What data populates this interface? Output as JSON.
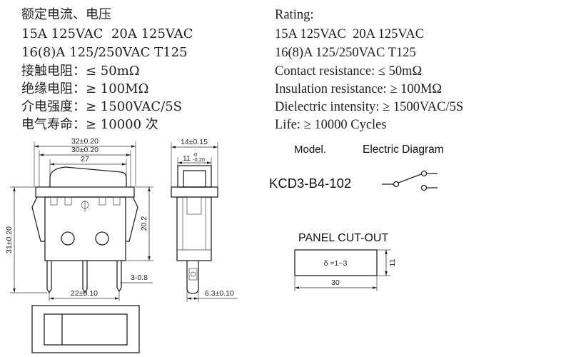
{
  "specs_cn": {
    "title": "额定电流、电压",
    "rating_1": "15A 125VAC  20A 125VAC",
    "rating_2": "16(8)A 125/250VAC T125",
    "contact_resistance": "接触电阻：≤ 50mΩ",
    "insulation_resistance": "绝缘电阻：≥ 100MΩ",
    "dielectric_strength": "介电强度：≥ 1500VAC/5S",
    "life": "电气寿命：≥ 10000 次"
  },
  "specs_en": {
    "title": "Rating:",
    "rating_1": "15A 125VAC  20A 125VAC",
    "rating_2": "16(8)A 125/250VAC T125",
    "contact_resistance": "Contact resistance: ≤ 50mΩ",
    "insulation_resistance": "Insulation resistance: ≥ 100MΩ",
    "dielectric_strength": "Dielectric intensity: ≥ 1500VAC/5S",
    "life": "Life: ≥ 10000 Cycles"
  },
  "electric_diagram": {
    "model_header": "Model.",
    "diagram_header": "Electric Diagram",
    "model": "KCD3-B4-102"
  },
  "front_view": {
    "overall_width": "32±0.20",
    "bezel_width": "30±0.20",
    "rocker_width": "27",
    "body_height": "20.2",
    "overall_height": "31±0.20",
    "pin_thickness": "3-0.8",
    "pin_spacing": "22±0.10"
  },
  "side_view": {
    "overall_depth": "14±0.15",
    "cap_depth": "11",
    "cap_tol_upper": "0",
    "cap_tol_lower": "-0.20",
    "pin_width": "6.3±0.10"
  },
  "panel_cutout": {
    "title": "PANEL CUT-OUT",
    "thickness": "δ =1~3",
    "height": "11",
    "width": "30"
  }
}
